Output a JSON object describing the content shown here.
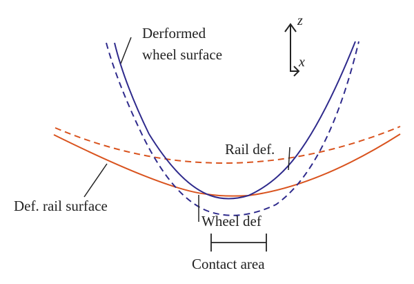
{
  "diagram": {
    "labels": {
      "deformed_wheel_line1": "Derformed",
      "deformed_wheel_line2": "wheel surface",
      "rail_def": "Rail def.",
      "def_rail_surface": "Def. rail surface",
      "wheel_def": "Wheel def",
      "contact_area": "Contact area",
      "axis_z": "z",
      "axis_x": "x"
    },
    "colors": {
      "wheel": "#2e2a8c",
      "rail": "#d9531e",
      "annotation": "#222222",
      "background": "#ffffff"
    }
  }
}
